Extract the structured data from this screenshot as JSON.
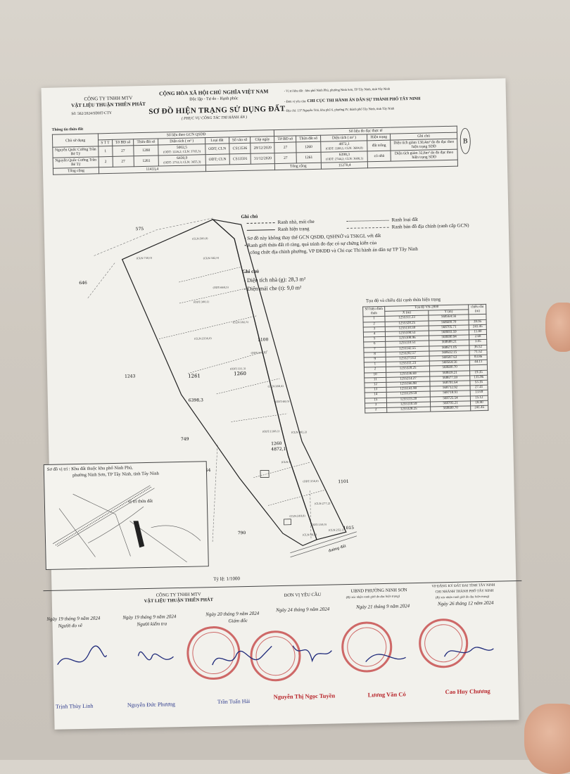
{
  "header": {
    "company_line1": "CÔNG TY TNHH MTV",
    "company_line2": "VẬT LIỆU THUẬN THIÊN PHÁT",
    "doc_number": "Số: 562/2024/SĐHT-CTY",
    "nation": "CỘNG HÒA XÃ HỘI CHỦ NGHĨA VIỆT NAM",
    "motto": "Độc lập - Tự do - Hạnh phúc",
    "title": "SƠ ĐỒ HIỆN TRẠNG SỬ DỤNG ĐẤT",
    "subtitle": "( PHỤC VỤ CÔNG TÁC THI HÀNH ÁN )",
    "location": "- Vị trí khu đất : khu phố Ninh Phú, phường Ninh Sơn, TP Tây Ninh, tỉnh Tây Ninh",
    "requester_label": "- Đơn vị yêu cầu:",
    "requester": "CHI CỤC THI HÀNH ÁN DÂN SỰ THÀNH PHỐ TÂY NINH",
    "address": "- Địa chỉ: 137 Nguyễn Trãi, khu phố 6, phường IV, thành phố Tây Ninh, tỉnh Tây Ninh"
  },
  "gcn_table": {
    "section_label": "Thông tin thửa đất",
    "group_gcn": "Số liệu theo GCN QSDĐ",
    "group_actual": "Số liệu đo đạc thực tế",
    "columns": [
      "Chủ sử dụng",
      "S T T",
      "Tờ BĐ số",
      "Thửa đất số",
      "Diện tích ( m² )",
      "Loại đất",
      "Số vào sổ",
      "Cấp ngày",
      "Tờ BĐ số",
      "Thửa đất số",
      "Diện tích ( m² )",
      "Hiện trạng",
      "Ghi chú"
    ],
    "rows": [
      {
        "owner": "Nguyễn Quốc Cường Trần Bé Tý",
        "stt": "1",
        "to": "27",
        "thua": "1260",
        "dt": "5002,5",
        "dt_note": "(ODT: 1226,2; CLN: 3765,3)",
        "loai": "ODT; CLN",
        "so": "CS13536",
        "ngay": "28/12/2020",
        "to2": "27",
        "thua2": "1260",
        "dt2": "4872,1",
        "dt2_note": "(ODT: 1188,1; CLN: 3684,0)",
        "ht": "đất trống",
        "gc": "Diện tích giảm 130,4m² do đo đạc theo hiện trạng SDĐ"
      },
      {
        "owner": "Nguyễn Quốc Cường Trần Bé Tý",
        "stt": "2",
        "to": "27",
        "thua": "1261",
        "dt": "6430,9",
        "dt_note": "(ODT: 2712,3; CLN: 3655,3)",
        "loai": "ODT; CLN",
        "so": "CS13591",
        "ngay": "31/12/2020",
        "to2": "27",
        "thua2": "1261",
        "dt2": "6398,3",
        "dt2_note": "(ODT: 2744,2; CLN: 3600,1)",
        "ht": "có nhà",
        "gc": "Diện tích giảm 32,6m² do đo đạc theo hiện trạng SDĐ"
      }
    ],
    "total_label": "Tổng cộng",
    "total_gcn": "11433,4",
    "total_actual_label": "Tổng cộng",
    "total_actual": "11270,4"
  },
  "legend": {
    "title": "Ghi chú",
    "house": "Ranh nhà, mái che",
    "landtype": "Ranh loại đất",
    "current": "Ranh hiện trạng",
    "cadastral": "Ranh bản đồ địa chính (ranh cấp GCN)",
    "note1": "Sơ đồ này không thay thế GCN QSDĐ, QSHNỞ và TSKGL với đất",
    "note2": "Ranh giới thửa đất rõ ràng, quá trình đo đạc có sự chứng kiến của",
    "note3": "công chức địa chính phường, VP ĐKĐĐ và Chi cục Thi hành án dân sự TP Tây Ninh"
  },
  "area_note": {
    "title": "Ghi chú",
    "house": "- Diện tích nhà (g): 28,3 m²",
    "roof": "- Diện mái che (t): 9,0 m²"
  },
  "coords": {
    "title": "Tọa độ và chiều dài cạnh thửa hiện trạng",
    "h_point": "Số hiệu đỉnh thửa",
    "h_sys": "Tọa độ VN-2000",
    "h_x": "X (m)",
    "h_y": "Y (m)",
    "h_len": "chiều dài (m)",
    "rows": [
      [
        "1",
        "1255311.23",
        "568564.56",
        ""
      ],
      [
        "2",
        "1255328.25",
        "568600.70",
        "39.95"
      ],
      [
        "3",
        "1255110.59",
        "568705.71",
        "241.45"
      ],
      [
        "4",
        "1255108.53",
        "568693.59",
        "11.80"
      ],
      [
        "5",
        "1255108.96",
        "568690.94",
        "2.68"
      ],
      [
        "6",
        "1255110.51",
        "568688.21",
        "3.05"
      ],
      [
        "7",
        "1255142.55",
        "568671.05",
        "36.52"
      ],
      [
        "8",
        "1255202.57",
        "568632.15",
        "71.52"
      ],
      [
        "9",
        "1255273.63",
        "568587.63",
        "83.86"
      ],
      [
        "1",
        "1255311.23",
        "568564.56",
        "44.11"
      ],
      [
        "2",
        "1255328.25",
        "568600.70",
        ""
      ],
      [
        "10",
        "1255336.69",
        "568618.21",
        "19.35"
      ],
      [
        "11",
        "1255214.27",
        "568677.59",
        "135.96"
      ],
      [
        "12",
        "1255166.98",
        "568701.64",
        "53.16"
      ],
      [
        "13",
        "1255141.90",
        "568712.92",
        "27.41"
      ],
      [
        "14",
        "1255129.59",
        "568718.91",
        "13.69"
      ],
      [
        "15",
        "1255115.20",
        "568725.54",
        "15.12"
      ],
      [
        "3",
        "1255110.59",
        "568705.21",
        "18.90"
      ],
      [
        "2",
        "1255328.25",
        "568600.70",
        "241.45"
      ]
    ]
  },
  "map": {
    "parcel_a_no": "1261",
    "parcel_a_area": "6398,3",
    "parcel_b_no": "1260",
    "parcel_b_area": "4872,1",
    "road": "đường đất",
    "neighbors": [
      "575",
      "646",
      "1243",
      "749",
      "764",
      "790",
      "1100",
      "1101",
      "1015"
    ],
    "labels": [
      "(CLN:500,0)",
      "(CLN:750,0)",
      "(CLN:382,9)",
      "(ODT:664,5)",
      "(ODT:300,1)",
      "(CLN:282,5)",
      "(CLN:2334,0)",
      "(ODT:972,4)",
      "(ODT:331,3)",
      "(CLN:268,4)",
      "(ODT:60,0)",
      "(ODT:1188,1)",
      "(CLN:982,2)",
      "(CLN:)",
      "(ODT:358,0)",
      "(CLN:277,2)",
      "(CLN:248,8)",
      "(ODT:150,0)",
      "(CLN:58,8)",
      "(CLN:252,1)"
    ]
  },
  "location_sketch": {
    "title": "Sơ đồ vị trí",
    "desc1": ": Khu đất thuộc khu phố Ninh Phú,",
    "desc2": "phường Ninh Sơn, TP Tây Ninh, tỉnh Tây Ninh",
    "marker": "vị trí thửa đất"
  },
  "scale": "Tỷ lệ: 1/1000",
  "signatures": {
    "company_top1": "CÔNG TY TNHH MTV",
    "company_top2": "VẬT LIỆU THUẬN THIÊN PHÁT",
    "req_title": "ĐƠN VỊ YÊU CẦU",
    "ubnd_title": "UBND PHƯỜNG NINH SƠN",
    "ubnd_sub": "(Ký xác nhận ranh giới đo đạc hiện trạng)",
    "vp_title1": "VP ĐĂNG KÝ ĐẤT ĐAI TỈNH TÂY NINH",
    "vp_title2": "CHI NHÁNH THÀNH PHỐ TÂY NINH",
    "vp_sub": "(Ký xác nhận ranh giới đo đạc hiện trạng)",
    "date1": "Ngày 19  tháng 9  năm 2024",
    "date2": "Ngày 19  tháng 9  năm 2024",
    "date3": "Ngày 20  tháng 9  năm 2024",
    "date4": "Ngày 24 tháng 9 năm 2024",
    "date5": "Ngày 21 tháng 9 năm 2024",
    "date6": "Ngày 26 tháng 12 năm 2024",
    "role1": "Người đo vẽ",
    "role2": "Người kiểm tra",
    "role3": "Giám đốc",
    "name1": "Trịnh Thùy Linh",
    "name2": "Nguyễn Đức Phương",
    "name3": "Trần Tuấn Hải",
    "name4": "Nguyễn Thị Ngọc Tuyền",
    "name5": "Lương Văn Có",
    "name6": "Cao Huy Chương"
  }
}
